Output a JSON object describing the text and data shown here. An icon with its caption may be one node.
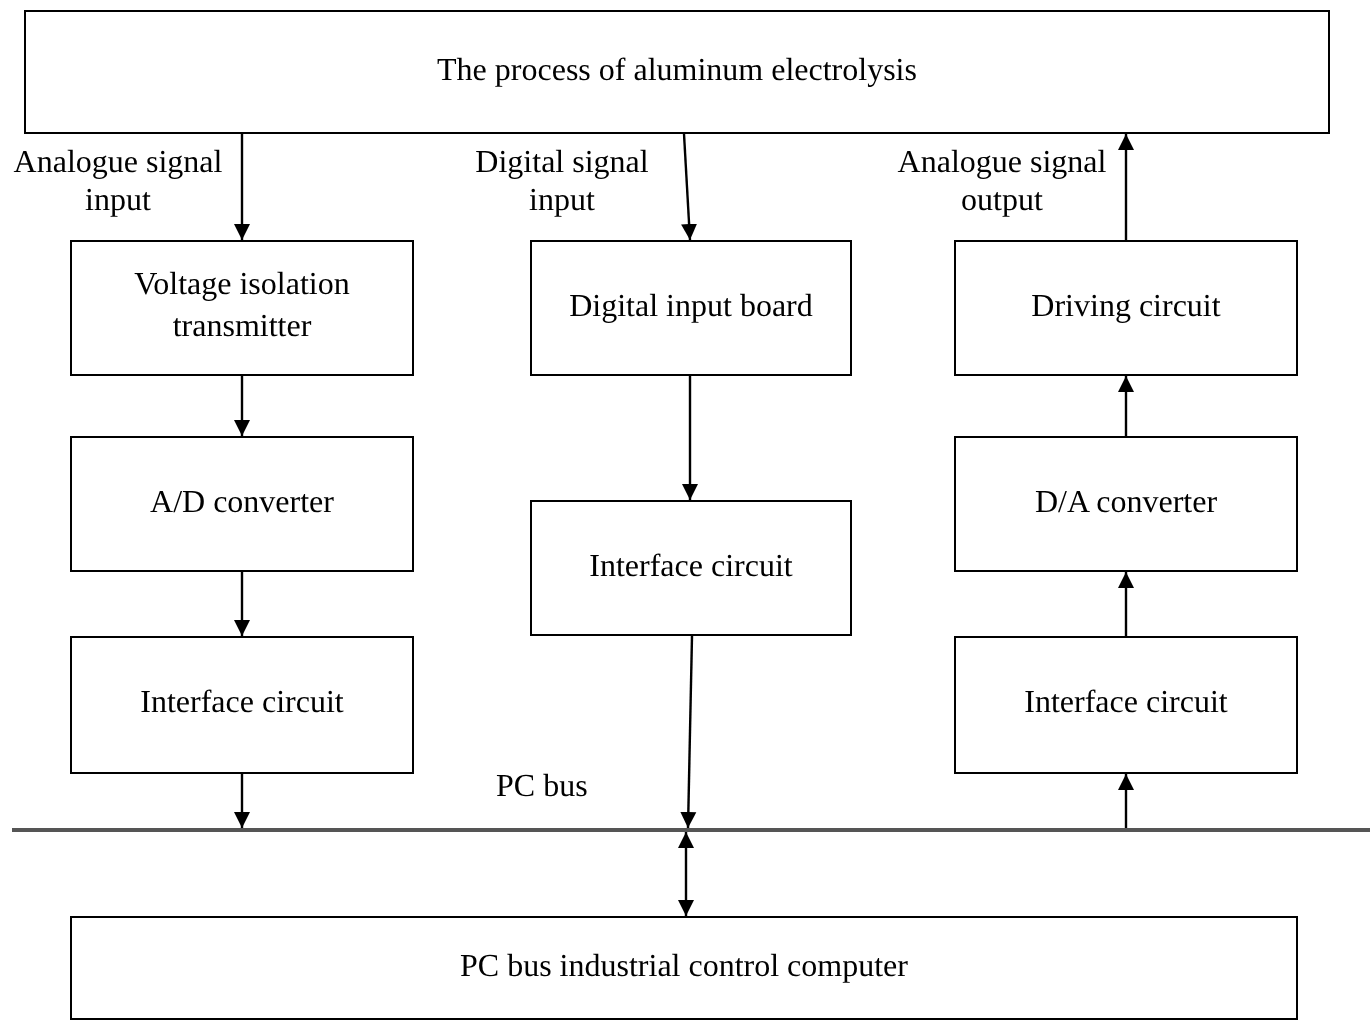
{
  "diagram": {
    "nodes": [
      {
        "text": [
          "The process of aluminum electrolysis"
        ]
      },
      {
        "text": [
          "Voltage isolation transmitter"
        ]
      },
      {
        "text": [
          "Digital input board"
        ]
      },
      {
        "text": [
          "Driving circuit"
        ]
      },
      {
        "text": [
          "A/D converter"
        ]
      },
      {
        "text": [
          "Interface circuit"
        ]
      },
      {
        "text": [
          "D/A converter"
        ]
      },
      {
        "text": [
          "Interface circuit"
        ]
      },
      {
        "text": [
          "Interface circuit"
        ]
      },
      {
        "text": [],
        "shape": "bar",
        "beside": [
          "PC bus"
        ]
      },
      {
        "text": [
          "PC bus industrial control computer"
        ]
      }
    ],
    "edges": [
      {
        "from": 0,
        "to": 1,
        "arrow": "to",
        "label": "Analogue signal input"
      },
      {
        "from": 0,
        "to": 2,
        "arrow": "to",
        "label": "Digital signal input"
      },
      {
        "from": 3,
        "to": 0,
        "arrow": "to",
        "label": "Analogue signal output"
      },
      {
        "from": 1,
        "to": 4,
        "arrow": "to"
      },
      {
        "from": 4,
        "to": 7,
        "arrow": "to"
      },
      {
        "from": 7,
        "to": 9,
        "arrow": "to"
      },
      {
        "from": 2,
        "to": 5,
        "arrow": "to"
      },
      {
        "from": 5,
        "to": 9,
        "arrow": "to"
      },
      {
        "from": 9,
        "to": 8,
        "arrow": "to"
      },
      {
        "from": 8,
        "to": 6,
        "arrow": "to"
      },
      {
        "from": 6,
        "to": 3,
        "arrow": "to"
      },
      {
        "from": 9,
        "to": 10,
        "arrow": "both"
      }
    ]
  }
}
